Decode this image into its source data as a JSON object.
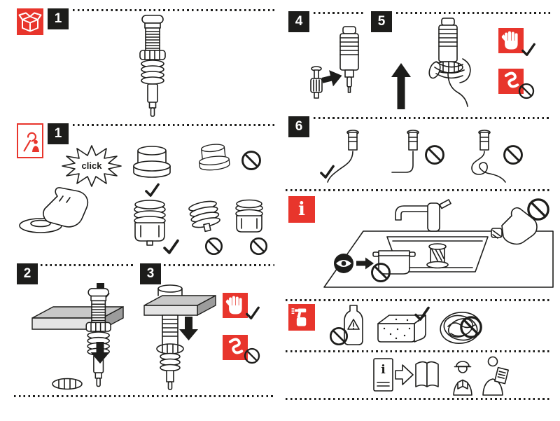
{
  "page": {
    "background": "#ffffff",
    "accent_red": "#e8352c",
    "ink": "#1d1d1b",
    "slab_gray": "#c8c8c8"
  },
  "steps": {
    "package": "1",
    "click_fit": "1",
    "insert": "2",
    "secure": "3",
    "connect": "4",
    "tighten": "5",
    "route": "6"
  },
  "labels": {
    "click": "click",
    "info": "i",
    "manual": "i"
  },
  "icons": {
    "package": "open-box-icon",
    "installer": "assembly-tools-icon",
    "hand_ok": "hand-press-ok-icon",
    "no_grease": "no-grease-icon",
    "check": "check-icon",
    "prohibited": "prohibition-icon",
    "info": "info-icon",
    "cleaning": "spray-bottle-icon",
    "visual": "visual-check-icon",
    "manual": "read-instructions-icon"
  }
}
